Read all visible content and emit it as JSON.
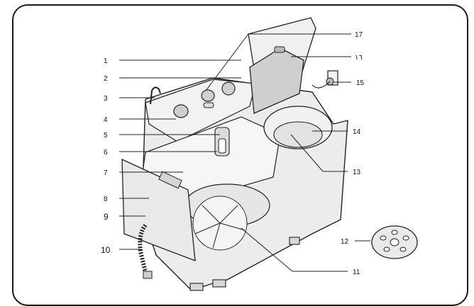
{
  "diagram": {
    "labels": [
      {
        "id": "1",
        "text": "1"
      },
      {
        "id": "2",
        "text": "2"
      },
      {
        "id": "3",
        "text": "3"
      },
      {
        "id": "4",
        "text": "4"
      },
      {
        "id": "5",
        "text": "5"
      },
      {
        "id": "6",
        "text": "6"
      },
      {
        "id": "7",
        "text": "7"
      },
      {
        "id": "8",
        "text": "8"
      },
      {
        "id": "9",
        "text": "9"
      },
      {
        "id": "10",
        "text": "10"
      },
      {
        "id": "11",
        "text": "11"
      },
      {
        "id": "12",
        "text": "12"
      },
      {
        "id": "13",
        "text": "13"
      },
      {
        "id": "14",
        "text": "14"
      },
      {
        "id": "15",
        "text": "15"
      },
      {
        "id": "16",
        "text": "١٦"
      },
      {
        "id": "17",
        "text": "17"
      }
    ]
  }
}
